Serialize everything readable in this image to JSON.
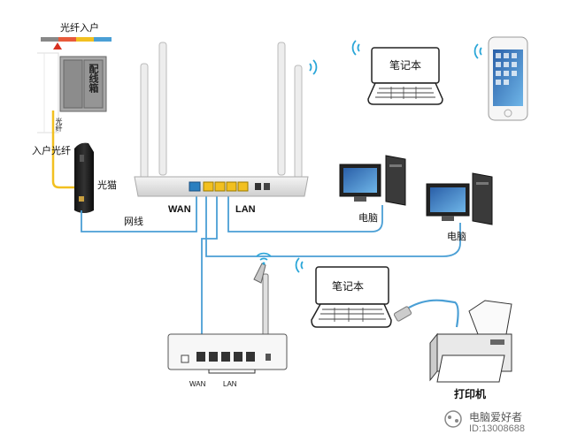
{
  "labels": {
    "fiber_in_top": "光纤入户",
    "cabinet": "配线箱",
    "fiber_vertical": "光纤",
    "fiber_home": "入户光纤",
    "modem": "光猫",
    "cable": "网线",
    "wan": "WAN",
    "lan": "LAN",
    "laptop_top": "笔记本",
    "laptop_mid": "笔记本",
    "pc1": "电脑",
    "pc2": "电脑",
    "router2_wan": "WAN",
    "router2_lan": "LAN",
    "printer": "打印机"
  },
  "watermark": {
    "name": "电脑爱好者",
    "id": "ID:13008688"
  },
  "colors": {
    "cable": "#4a9fd5",
    "fiber": "#f2c020",
    "wifi": "#2aa6d8",
    "lan_port": "#f2c020",
    "wan_port": "#2a7fc0"
  }
}
